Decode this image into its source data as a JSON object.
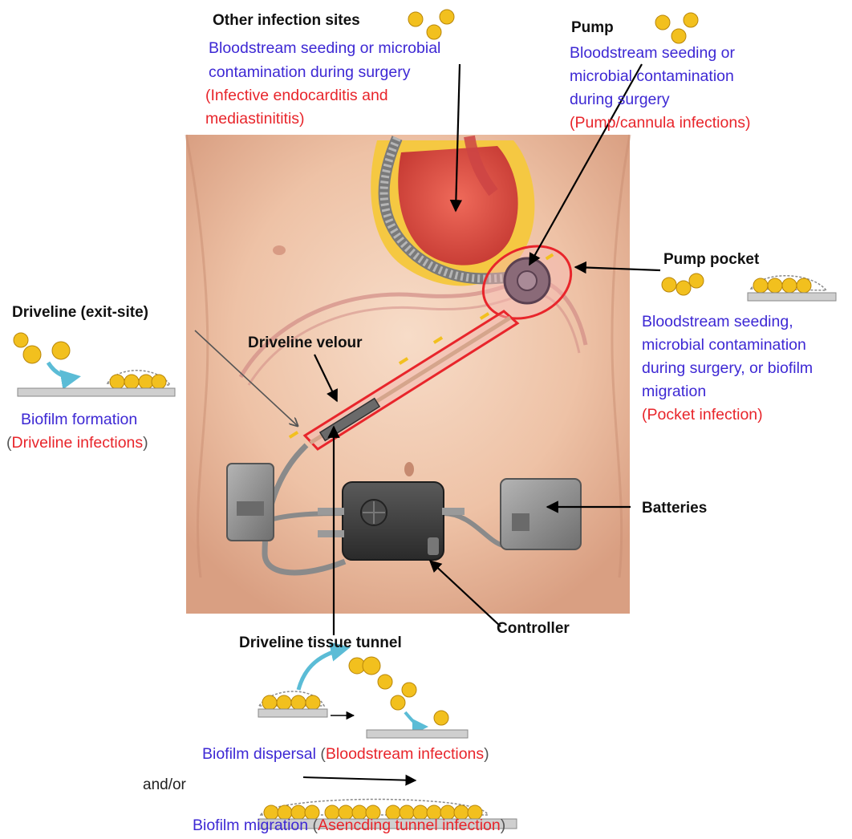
{
  "labels": {
    "other_sites": {
      "title": "Other infection sites",
      "line1": "Bloodstream seeding or microbial",
      "line2": "contamination during surgery",
      "red1": "(Infective endocarditis and",
      "red2": "mediastinititis)"
    },
    "pump": {
      "title": "Pump",
      "line1": "Bloodstream seeding or",
      "line2": "microbial contamination",
      "line3": "during surgery",
      "red1": "(Pump/cannula infections)"
    },
    "pump_pocket": {
      "title": "Pump pocket",
      "line1": "Bloodstream seeding,",
      "line2": "microbial contamination",
      "line3": "during surgery, or biofilm",
      "line4": "migration",
      "red1": "(Pocket infection)"
    },
    "driveline_exit": {
      "title": "Driveline (exit-site)",
      "biofilm": "Biofilm formation",
      "open": "(",
      "red": "Driveline infections",
      "close": ")"
    },
    "driveline_velour": "Driveline velour",
    "batteries": "Batteries",
    "controller": "Controller",
    "tissue_tunnel": {
      "title": "Driveline tissue tunnel",
      "dispersal": "Biofilm dispersal",
      "dispersal_open": " (",
      "dispersal_red": "Bloodstream infections",
      "dispersal_close": ")",
      "andor": "and/or",
      "migration": "Biofilm migration",
      "migration_open": " (",
      "migration_red": "Asencding tunnel infection",
      "migration_close": ")"
    }
  },
  "colors": {
    "title_text": "#111111",
    "mechanism_text": "#3d28d4",
    "infection_text": "#e8252b",
    "bacteria": "#f2c01e",
    "bacteria_outline": "#b8860b",
    "dispersal_arrow": "#5bbcd6",
    "skin": "#f0c8ae",
    "device_gray": "#8e8e8e",
    "controller_dark": "#3a3a3a"
  },
  "icons": [
    "bacteria-cluster-icon",
    "biofilm-icon",
    "arrow-icon",
    "curved-arrow-icon"
  ]
}
